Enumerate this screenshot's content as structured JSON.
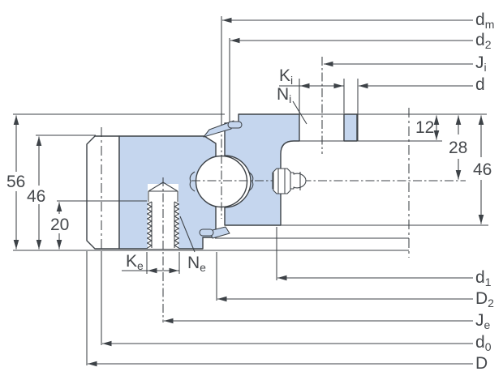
{
  "drawing": {
    "type": "bearing-cross-section-technical-drawing",
    "fill_color": "#c5d6ee",
    "line_color": "#3d4247",
    "text_color": "#45484c"
  },
  "dim_labels": {
    "dm": {
      "base": "d",
      "sub": "m"
    },
    "d2": {
      "base": "d",
      "sub": "2"
    },
    "Ji": {
      "base": "J",
      "sub": "i"
    },
    "d": {
      "base": "d",
      "sub": ""
    },
    "Ki": {
      "base": "K",
      "sub": "i"
    },
    "Ni": {
      "base": "N",
      "sub": "i"
    },
    "Ke": {
      "base": "K",
      "sub": "e"
    },
    "Ne": {
      "base": "N",
      "sub": "e"
    },
    "d1": {
      "base": "d",
      "sub": "1"
    },
    "D2": {
      "base": "D",
      "sub": "2"
    },
    "Je": {
      "base": "J",
      "sub": "e"
    },
    "d0": {
      "base": "d",
      "sub": "0"
    },
    "D": {
      "base": "D",
      "sub": ""
    }
  },
  "measurements": {
    "total_height": "56",
    "outer_ring_height": "46",
    "thread_depth": "20",
    "flange_thickness": "12",
    "center_height": "28",
    "inner_ring_height": "46"
  }
}
